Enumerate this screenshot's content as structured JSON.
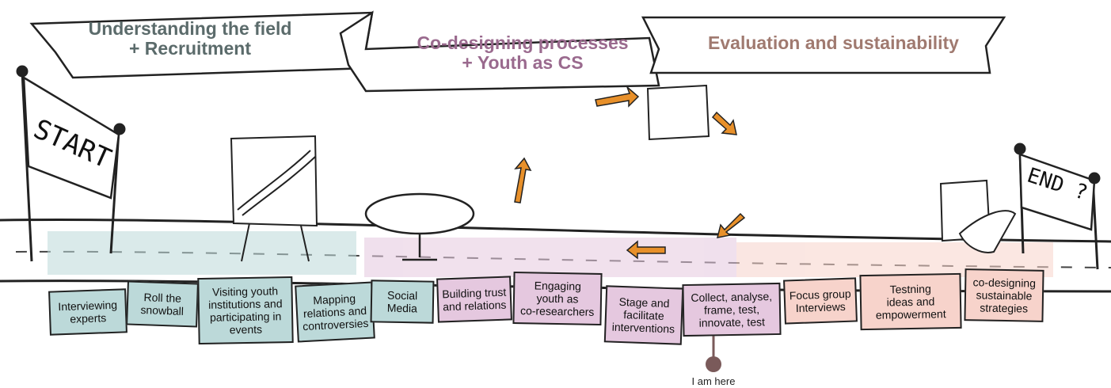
{
  "phases": [
    {
      "lines": [
        "Understanding the field",
        "+ Recruitment"
      ],
      "color": "#5b6b6b"
    },
    {
      "lines": [
        "Co-designing processes",
        "+ Youth as CS"
      ],
      "color": "#9a6a8e"
    },
    {
      "lines": [
        "Evaluation and sustainability"
      ],
      "color": "#a07a70"
    }
  ],
  "start_sign": "START",
  "end_sign": "END ?",
  "steps": [
    {
      "lines": [
        "Interviewing",
        "experts"
      ],
      "group": "teal"
    },
    {
      "lines": [
        "Roll the",
        "snowball"
      ],
      "group": "teal"
    },
    {
      "lines": [
        "Visiting youth",
        "institutions and",
        "participating in",
        "events"
      ],
      "group": "teal"
    },
    {
      "lines": [
        "Mapping",
        "relations and",
        "controversies"
      ],
      "group": "teal"
    },
    {
      "lines": [
        "Social",
        "Media"
      ],
      "group": "teal"
    },
    {
      "lines": [
        "Building trust",
        "and relations"
      ],
      "group": "pink"
    },
    {
      "lines": [
        "Engaging",
        "youth as",
        "co-researchers"
      ],
      "group": "pink"
    },
    {
      "lines": [
        "Stage and",
        "facilitate",
        "interventions"
      ],
      "group": "pink"
    },
    {
      "lines": [
        "Collect, analyse,",
        "frame, test,",
        "innovate, test"
      ],
      "group": "pink"
    },
    {
      "lines": [
        "Focus group",
        "Interviews"
      ],
      "group": "peach"
    },
    {
      "lines": [
        "Testning",
        "ideas and",
        "empowerment"
      ],
      "group": "peach"
    },
    {
      "lines": [
        "co-designing",
        "sustainable",
        "strategies"
      ],
      "group": "peach"
    }
  ],
  "marker_label": "I am here",
  "colors": {
    "teal": "#bcd9d9",
    "pink": "#e5c8df",
    "peach": "#f7d3cb",
    "accent": "#e8902a",
    "marker": "#7a5a5a"
  }
}
